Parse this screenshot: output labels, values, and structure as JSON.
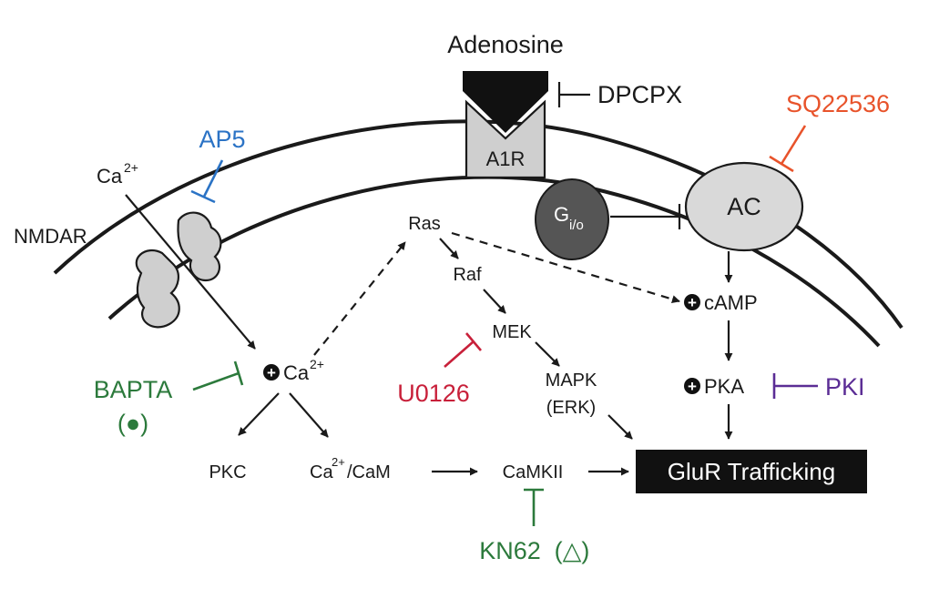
{
  "colors": {
    "ink": "#1a1a1a",
    "ap5": "#2b73c5",
    "sq22536": "#e8532b",
    "u0126": "#c8203a",
    "bapta": "#2c7a3c",
    "kn62": "#2c7a3c",
    "pki": "#5b2d95",
    "receptor_fill": "#cfcfcf",
    "gprotein_fill": "#555555",
    "output_box": "#111111"
  },
  "labels": {
    "adenosine": "Adenosine",
    "dpcpx": "DPCPX",
    "a1r": "A1R",
    "gio_main": "G",
    "gio_sub": "i/o",
    "ac": "AC",
    "sq22536": "SQ22536",
    "ap5": "AP5",
    "ca_in_base": "Ca",
    "ca_in_sup": "2+",
    "nmdar": "NMDAR",
    "ras": "Ras",
    "raf": "Raf",
    "mek": "MEK",
    "mapk": "MAPK",
    "erk": "(ERK)",
    "camp": "cAMP",
    "pka": "PKA",
    "pki": "PKI",
    "ca_cyt_base": "Ca",
    "ca_cyt_sup": "2+",
    "bapta": "BAPTA",
    "bapta_symbol": "(●)",
    "u0126": "U0126",
    "pkc": "PKC",
    "cacam_base": "Ca",
    "cacam_sup": "2+",
    "cacam_rest": "/CaM",
    "camkii": "CaMKII",
    "kn62": "KN62",
    "kn62_symbol": "(△)",
    "output": "GluR Trafficking"
  }
}
